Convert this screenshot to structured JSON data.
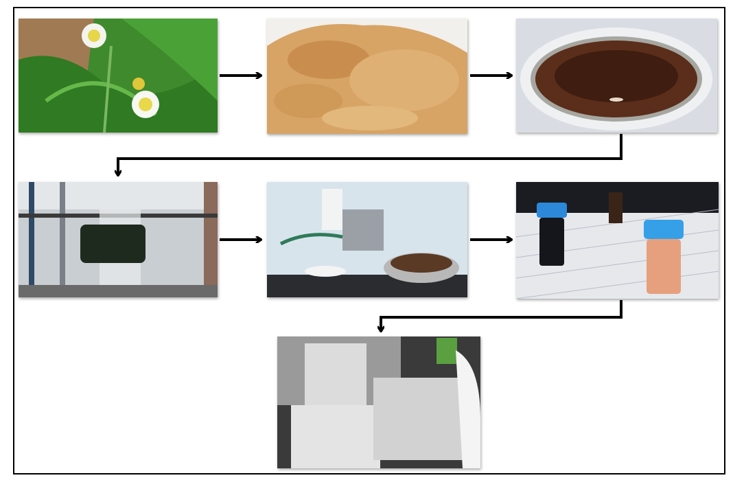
{
  "diagram": {
    "type": "process-flow",
    "steps": [
      {
        "icon": "plant-photo"
      },
      {
        "icon": "dried-powder-photo"
      },
      {
        "icon": "extract-in-dish-photo"
      },
      {
        "icon": "percolation-apparatus-photo"
      },
      {
        "icon": "rotary-evaporator-photo"
      },
      {
        "icon": "sample-vials-photo"
      },
      {
        "icon": "gc-ms-instrument-photo"
      }
    ],
    "colors": {
      "arrow": "#000000",
      "border": "#000000",
      "background": "#ffffff"
    }
  }
}
